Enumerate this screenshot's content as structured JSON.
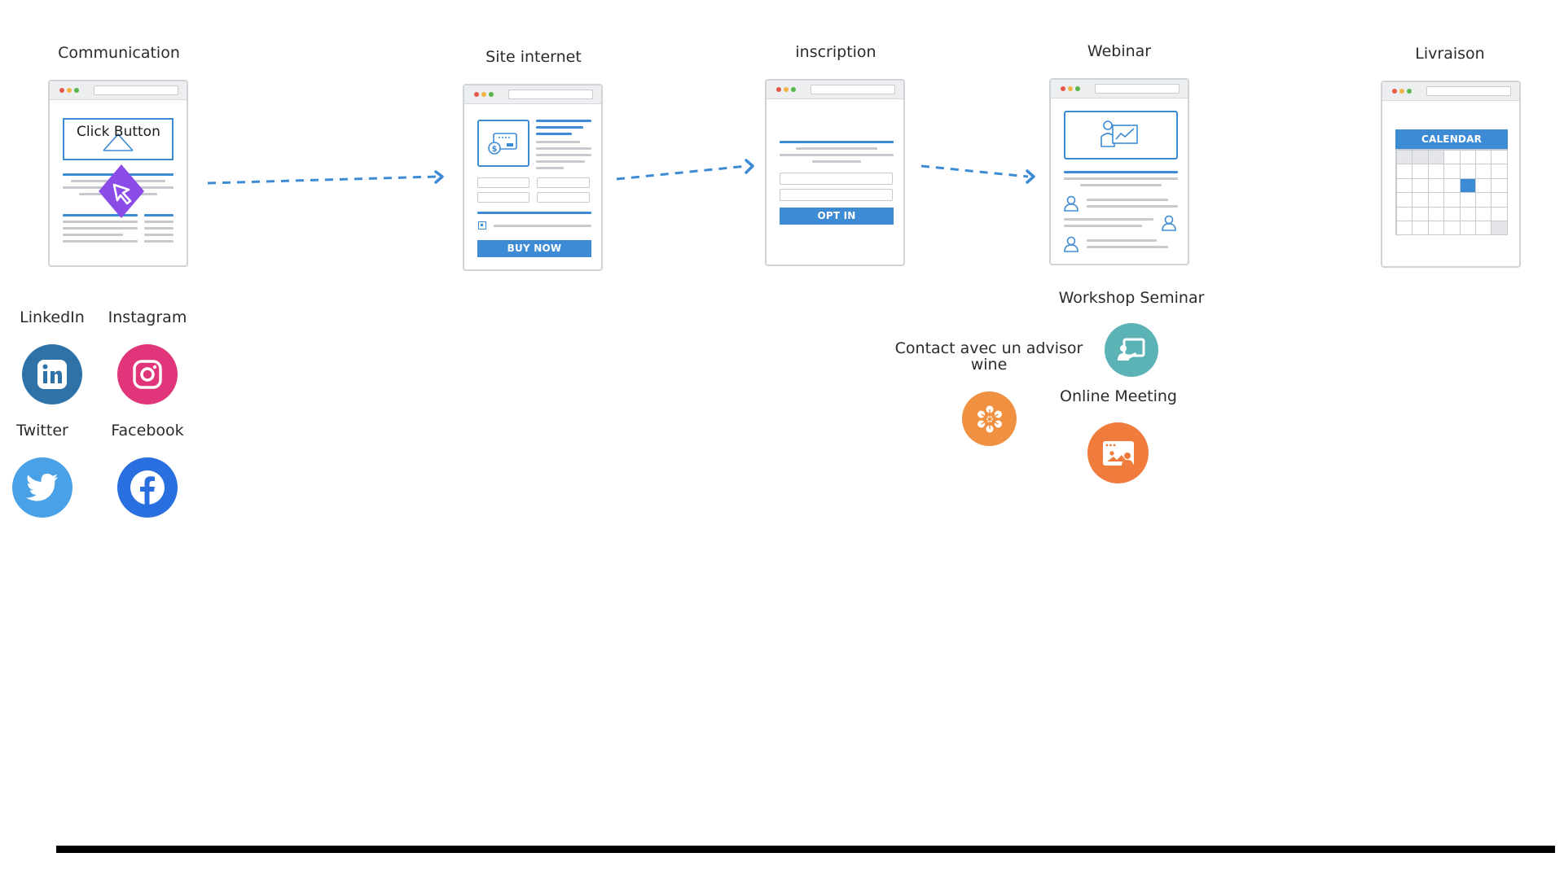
{
  "stages": {
    "communication": {
      "title": "Communication",
      "overlay_text": "Click Button"
    },
    "site": {
      "title": "Site internet",
      "button": "BUY NOW"
    },
    "inscription": {
      "title": "inscription",
      "button": "OPT IN"
    },
    "webinar": {
      "title": "Webinar"
    },
    "livraison": {
      "title": "Livraison",
      "calendar_label": "CALENDAR"
    }
  },
  "social": {
    "linkedin": "LinkedIn",
    "instagram": "Instagram",
    "twitter": "Twitter",
    "facebook": "Facebook"
  },
  "extras": {
    "workshop": "Workshop Seminar",
    "contact_line1": "Contact avec un advisor",
    "contact_line2": "wine",
    "online_meeting": "Online Meeting"
  },
  "colors": {
    "accent_blue": "#3d8bd4",
    "linkedin": "#2f72a8",
    "instagram": "#e0357a",
    "twitter": "#4aa1e6",
    "facebook": "#2a6fe0",
    "cursor_purple": "#8a4be6",
    "workshop_teal": "#5bb3b5",
    "contact_orange": "#ef9140",
    "meeting_orange": "#ef7b3c"
  },
  "icons": [
    "browser-window-icon",
    "cursor-icon",
    "linkedin-icon",
    "instagram-icon",
    "twitter-icon",
    "facebook-icon",
    "presentation-icon",
    "asterisk-icon",
    "video-meeting-icon",
    "user-icon",
    "chart-icon",
    "dollar-card-icon",
    "calendar-icon",
    "arrow-icon"
  ]
}
